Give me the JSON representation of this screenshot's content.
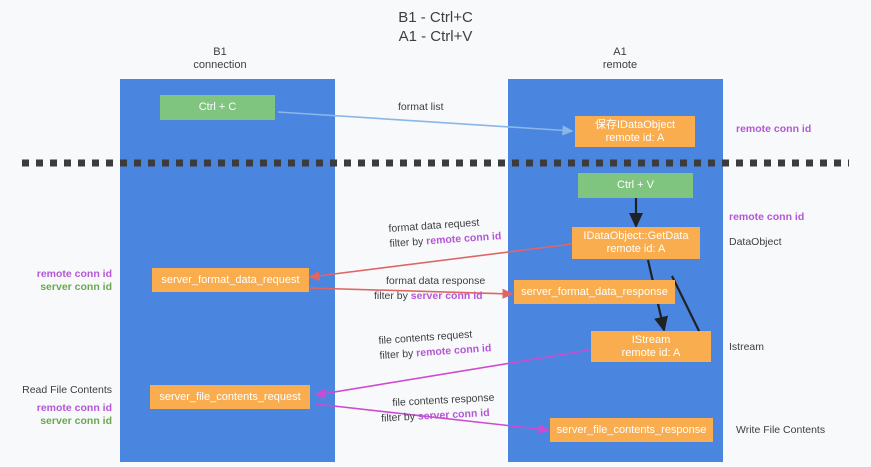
{
  "title": "B1 - Ctrl+C\nA1 - Ctrl+V",
  "columns": {
    "left": "B1\nconnection",
    "right": "A1\nremote"
  },
  "boxes": {
    "ctrl_c": {
      "line1": "Ctrl + C",
      "color": "#7fc57f"
    },
    "save_idataobject": {
      "line1": "保存IDataObject",
      "line2": "remote id: A",
      "color": "#f9ad4e"
    },
    "ctrl_v": {
      "line1": "Ctrl + V",
      "color": "#7fc57f"
    },
    "getdata": {
      "line1": "IDataObject::GetData",
      "line2": "remote id: A",
      "color": "#f9ad4e"
    },
    "server_format_data_request": {
      "line1": "server_format_data_request",
      "color": "#f9ad4e"
    },
    "server_format_data_response": {
      "line1": "server_format_data_response",
      "color": "#f9ad4e"
    },
    "istream": {
      "line1": "IStream",
      "line2": "remote id: A",
      "color": "#f9ad4e"
    },
    "server_file_contents_request": {
      "line1": "server_file_contents_request",
      "color": "#f9ad4e"
    },
    "server_file_contents_response": {
      "line1": "server_file_contents_response",
      "color": "#f9ad4e"
    }
  },
  "captions": {
    "format_list": "format list",
    "format_data_request": "format data request",
    "format_data_request_filter_prefix": "filter by ",
    "format_data_request_filter_value": "remote conn id",
    "format_data_response": "format data response",
    "format_data_response_filter_prefix": "filter by ",
    "format_data_response_filter_value": "server conn id",
    "file_contents_request": "file contents request",
    "file_contents_request_filter_prefix": "filter by ",
    "file_contents_request_filter_value": "remote conn id",
    "file_contents_response": "file contents response",
    "file_contents_response_filter_prefix": "filter by ",
    "file_contents_response_filter_value": "server conn id"
  },
  "side_labels": {
    "right_remote_conn_id_top": "remote conn id",
    "right_remote_conn_id_mid": "remote conn id",
    "right_dataobject": "DataObject",
    "right_istream": "Istream",
    "right_write_file_contents": "Write File Contents",
    "left_remote_conn_id": "remote conn id",
    "left_server_conn_id": "server conn id",
    "left_read_file_contents": "Read File Contents",
    "left_remote_conn_id_2": "remote conn id",
    "left_server_conn_id_2": "server conn id"
  },
  "colors": {
    "background": "#f8f9fa",
    "lane": "#4a86e0",
    "green_box": "#7fc57f",
    "orange_box": "#f9ad4e",
    "purple_text": "#b457d6",
    "green_text": "#6aa84f",
    "divider": "#3c3c3c",
    "arrow_blue": "#8ab6e8",
    "arrow_red": "#e06666",
    "arrow_magenta": "#cc4bd0",
    "arrow_black": "#202124"
  }
}
